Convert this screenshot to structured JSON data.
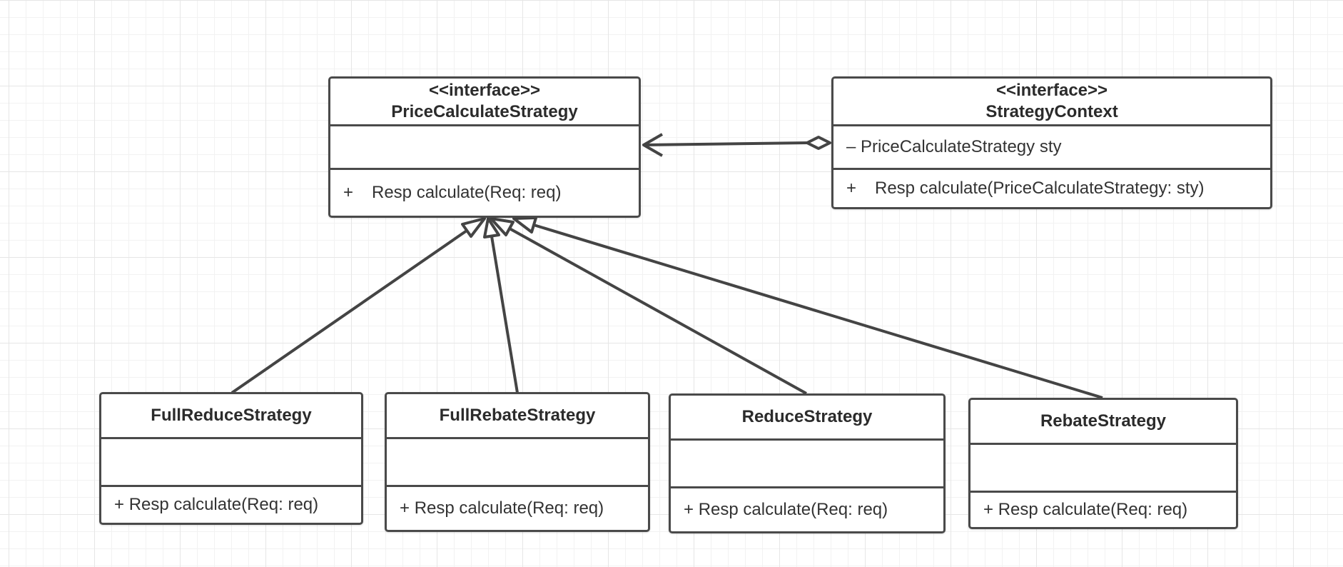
{
  "diagram": {
    "classes": [
      {
        "id": "PriceCalculateStrategy",
        "stereotype": "<<interface>>",
        "name": "PriceCalculateStrategy",
        "attributes": [],
        "operations": [
          {
            "visibility": "+",
            "text": "Resp calculate(Req: req)"
          }
        ]
      },
      {
        "id": "StrategyContext",
        "stereotype": "<<interface>>",
        "name": "StrategyContext",
        "attributes": [
          {
            "visibility": "–",
            "text": "PriceCalculateStrategy sty"
          }
        ],
        "operations": [
          {
            "visibility": "+",
            "text": "Resp calculate(PriceCalculateStrategy: sty)"
          }
        ]
      },
      {
        "id": "FullReduceStrategy",
        "name": "FullReduceStrategy",
        "attributes": [],
        "operations": [
          {
            "visibility": "+",
            "text": "Resp calculate(Req: req)"
          }
        ]
      },
      {
        "id": "FullRebateStrategy",
        "name": "FullRebateStrategy",
        "attributes": [],
        "operations": [
          {
            "visibility": "+",
            "text": "Resp calculate(Req: req)"
          }
        ]
      },
      {
        "id": "ReduceStrategy",
        "name": "ReduceStrategy",
        "attributes": [],
        "operations": [
          {
            "visibility": "+",
            "text": "Resp calculate(Req: req)"
          }
        ]
      },
      {
        "id": "RebateStrategy",
        "name": "RebateStrategy",
        "attributes": [],
        "operations": [
          {
            "visibility": "+",
            "text": "Resp calculate(Req: req)"
          }
        ]
      }
    ],
    "relations": [
      {
        "type": "aggregation",
        "from": "StrategyContext",
        "to": "PriceCalculateStrategy"
      },
      {
        "type": "realization",
        "from": "FullReduceStrategy",
        "to": "PriceCalculateStrategy"
      },
      {
        "type": "realization",
        "from": "FullRebateStrategy",
        "to": "PriceCalculateStrategy"
      },
      {
        "type": "realization",
        "from": "ReduceStrategy",
        "to": "PriceCalculateStrategy"
      },
      {
        "type": "realization",
        "from": "RebateStrategy",
        "to": "PriceCalculateStrategy"
      }
    ],
    "colors": {
      "stroke": "#4a4a4a",
      "text": "#333333",
      "grid": "#e6e6e6"
    }
  }
}
